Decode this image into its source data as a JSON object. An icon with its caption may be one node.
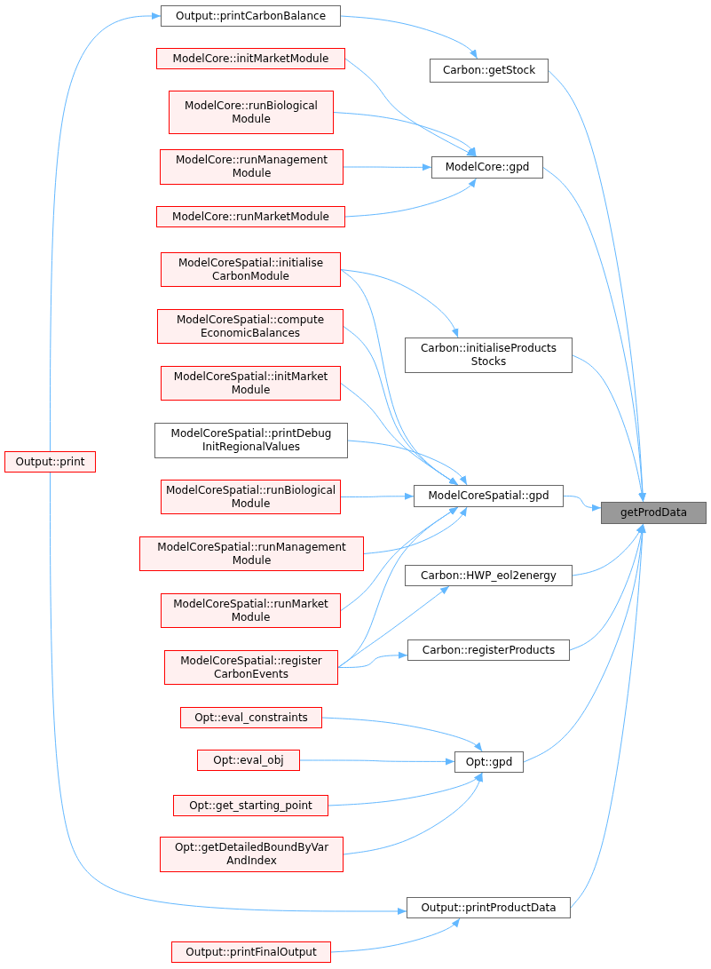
{
  "diagram": {
    "nodes": [
      {
        "text": [
          "Output::printCarbonBalance"
        ]
      },
      {
        "text": [
          "Carbon::getStock"
        ]
      },
      {
        "text": [
          "ModelCore::initMarketModule"
        ]
      },
      {
        "text": [
          "ModelCore::runBiological Module"
        ]
      },
      {
        "text": [
          "ModelCore::runManagement Module"
        ]
      },
      {
        "text": [
          "ModelCore::runMarketModule"
        ]
      },
      {
        "text": [
          "ModelCore::gpd"
        ]
      },
      {
        "text": [
          "ModelCoreSpatial::initialise CarbonModule"
        ]
      },
      {
        "text": [
          "Carbon::initialiseProducts Stocks"
        ]
      },
      {
        "text": [
          "ModelCoreSpatial::compute EconomicBalances"
        ]
      },
      {
        "text": [
          "ModelCoreSpatial::initMarket Module"
        ]
      },
      {
        "text": [
          "ModelCoreSpatial::printDebug InitRegionalValues"
        ]
      },
      {
        "text": [
          "Output::print"
        ]
      },
      {
        "text": [
          "ModelCoreSpatial::gpd"
        ]
      },
      {
        "text": [
          "getProdData"
        ]
      },
      {
        "text": [
          "ModelCoreSpatial::runBiological Module"
        ]
      },
      {
        "text": [
          "ModelCoreSpatial::runManagement Module"
        ]
      },
      {
        "text": [
          "Carbon::HWP_eol2energy"
        ]
      },
      {
        "text": [
          "ModelCoreSpatial::runMarket Module"
        ]
      },
      {
        "text": [
          "ModelCoreSpatial::register CarbonEvents"
        ]
      },
      {
        "text": [
          "Carbon::registerProducts"
        ]
      },
      {
        "text": [
          "Opt::eval_constraints"
        ]
      },
      {
        "text": [
          "Opt::eval_obj"
        ]
      },
      {
        "text": [
          "Opt::gpd"
        ]
      },
      {
        "text": [
          "Opt::get_starting_point"
        ]
      },
      {
        "text": [
          "Opt::getDetailedBoundByVar AndIndex"
        ]
      },
      {
        "text": [
          "Output::printProductData"
        ]
      },
      {
        "text": [
          "Output::printFinalOutput"
        ]
      }
    ],
    "edges": [
      {
        "from": 1,
        "to": 14,
        "arrow": "to"
      },
      {
        "from": 0,
        "to": 1,
        "arrow": "to"
      },
      {
        "from": 6,
        "to": 14,
        "arrow": "to"
      },
      {
        "from": 2,
        "to": 6,
        "arrow": "to"
      },
      {
        "from": 3,
        "to": 6,
        "arrow": "to"
      },
      {
        "from": 4,
        "to": 6,
        "arrow": "to"
      },
      {
        "from": 5,
        "to": 6,
        "arrow": "to"
      },
      {
        "from": 8,
        "to": 14,
        "arrow": "to"
      },
      {
        "from": 7,
        "to": 8,
        "arrow": "to"
      },
      {
        "from": 13,
        "to": 14,
        "arrow": "to"
      },
      {
        "from": 7,
        "to": 13,
        "arrow": "to"
      },
      {
        "from": 9,
        "to": 13,
        "arrow": "to"
      },
      {
        "from": 10,
        "to": 13,
        "arrow": "to"
      },
      {
        "from": 11,
        "to": 13,
        "arrow": "to"
      },
      {
        "from": 15,
        "to": 13,
        "arrow": "to"
      },
      {
        "from": 16,
        "to": 13,
        "arrow": "to"
      },
      {
        "from": 18,
        "to": 13,
        "arrow": "to"
      },
      {
        "from": 19,
        "to": 13,
        "arrow": "to"
      },
      {
        "from": 17,
        "to": 14,
        "arrow": "to"
      },
      {
        "from": 19,
        "to": 17,
        "arrow": "to"
      },
      {
        "from": 20,
        "to": 14,
        "arrow": "to"
      },
      {
        "from": 19,
        "to": 20,
        "arrow": "to"
      },
      {
        "from": 23,
        "to": 14,
        "arrow": "to"
      },
      {
        "from": 21,
        "to": 23,
        "arrow": "to"
      },
      {
        "from": 22,
        "to": 23,
        "arrow": "to"
      },
      {
        "from": 24,
        "to": 23,
        "arrow": "to"
      },
      {
        "from": 25,
        "to": 23,
        "arrow": "to"
      },
      {
        "from": 26,
        "to": 14,
        "arrow": "to"
      },
      {
        "from": 12,
        "to": 0,
        "arrow": "to"
      },
      {
        "from": 12,
        "to": 26,
        "arrow": "to"
      },
      {
        "from": 27,
        "to": 26,
        "arrow": "to"
      }
    ]
  }
}
